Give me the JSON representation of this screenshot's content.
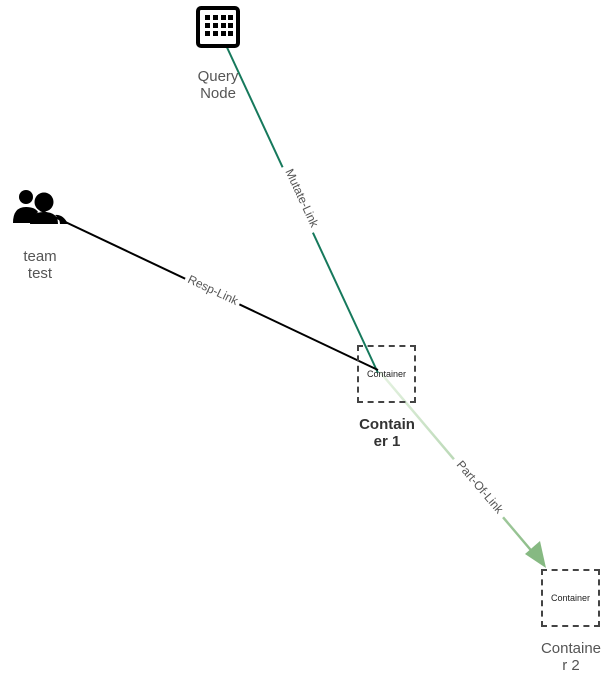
{
  "nodes": {
    "query_node": {
      "label_line1": "Query",
      "label_line2": "Node",
      "icon": "building-icon"
    },
    "team_test": {
      "label_line1": "team",
      "label_line2": "test",
      "icon": "group-icon"
    },
    "container_1": {
      "inner": "Container",
      "label_line1": "Contain",
      "label_line2": "er 1"
    },
    "container_2": {
      "inner": "Container",
      "label_line1": "Containe",
      "label_line2": "r 2"
    }
  },
  "edges": {
    "mutate_link": {
      "label": "Mutate-Link",
      "color": "#16795c"
    },
    "resp_link": {
      "label": "Resp-Link",
      "color": "#000000"
    },
    "part_of_link": {
      "label": "Part-Of-Link",
      "color": "#8fbf8a"
    }
  }
}
